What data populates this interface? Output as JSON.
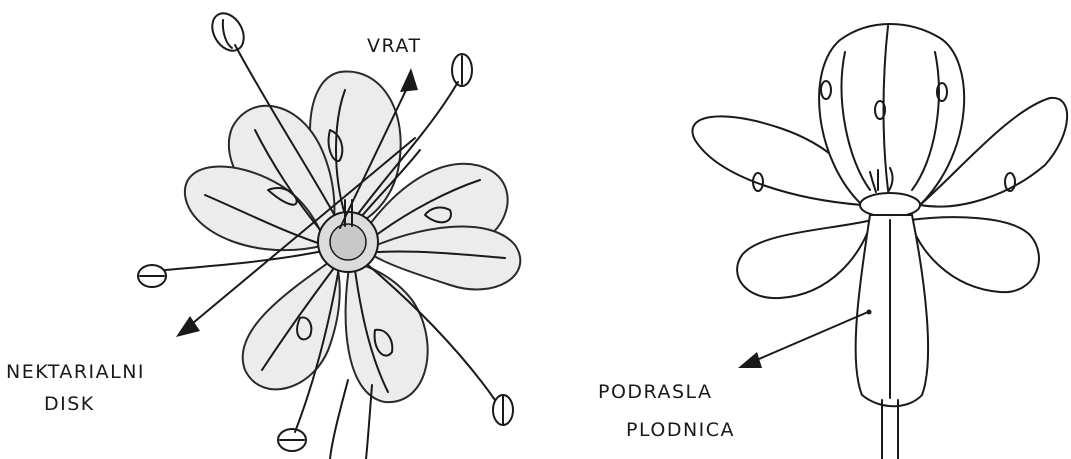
{
  "labels": {
    "neck": "VRAT",
    "nectar_disk_line1": "NEKTARIALNI",
    "nectar_disk_line2": "DISK",
    "ovary_line1": "PODRASLA",
    "ovary_line2": "PLODNICA"
  }
}
